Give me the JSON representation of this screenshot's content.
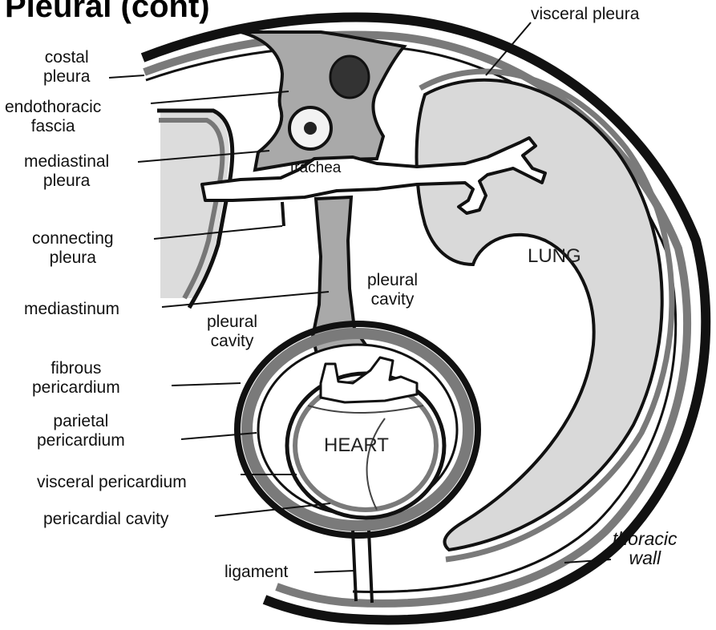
{
  "title": "Pleural (cont)",
  "labels": {
    "visceral_pleura": "visceral pleura",
    "costal_pleura": [
      "costal",
      "pleura"
    ],
    "endothoracic_fascia": [
      "endothoracic",
      "fascia"
    ],
    "mediastinal_pleura": [
      "mediastinal",
      "pleura"
    ],
    "trachea": "trachea",
    "connecting_pleura": [
      "connecting",
      "pleura"
    ],
    "lung": "LUNG",
    "pleural_cavity_right": [
      "pleural",
      "cavity"
    ],
    "mediastinum": "mediastinum",
    "pleural_cavity_left": [
      "pleural",
      "cavity"
    ],
    "fibrous_pericardium": [
      "fibrous",
      "pericardium"
    ],
    "parietal_pericardium": [
      "parietal",
      "pericardium"
    ],
    "heart": "HEART",
    "visceral_pericardium": "visceral pericardium",
    "pericardial_cavity": "pericardial cavity",
    "thoracic_wall": [
      "thoracic",
      "wall"
    ],
    "ligament": "ligament"
  },
  "colors": {
    "outline": "#111111",
    "membrane": "#7a7a7a",
    "mediastinum_fill": "#a9a9a9",
    "lung_fill": "#d9d9d9",
    "left_region_fill": "#dcdcdc",
    "background": "#ffffff"
  }
}
